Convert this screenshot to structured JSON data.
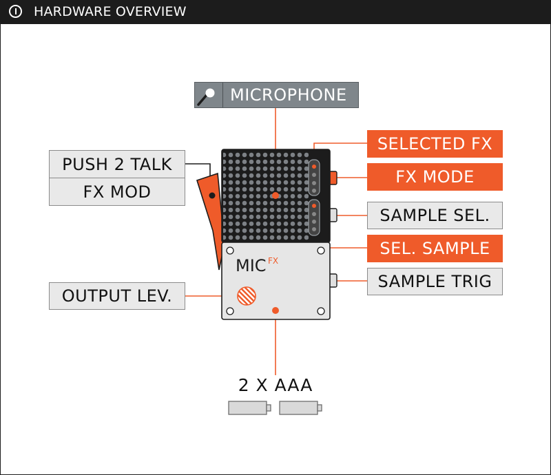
{
  "window": {
    "title": "HARDWARE OVERVIEW",
    "icon": "info-icon"
  },
  "labels": {
    "microphone": "MICROPHONE",
    "push2talk": "PUSH 2 TALK",
    "fx_mod": "FX MOD",
    "selected_fx": "SELECTED FX",
    "fx_mode": "FX MODE",
    "sample_sel": "SAMPLE SEL.",
    "sel_sample": "SEL. SAMPLE",
    "sample_trig": "SAMPLE TRIG",
    "output_lev": "OUTPUT LEV.",
    "batteries": "2 X AAA"
  },
  "device": {
    "brand": "MIC",
    "brand_sup": "FX"
  },
  "colors": {
    "accent": "#ef5b2a",
    "dark": "#1c1c1c",
    "label_bg": "#e9e9e9",
    "label_border": "#8a8a8a",
    "mic_label_bg": "#7f868b"
  }
}
